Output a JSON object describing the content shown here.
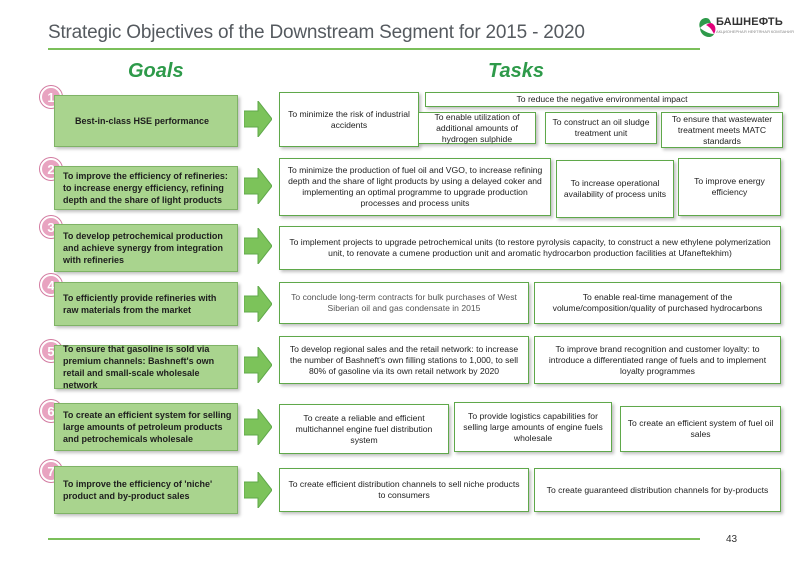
{
  "title": "Strategic Objectives of the Downstream Segment for 2015 - 2020",
  "logo": {
    "name": "БАШНЕФТЬ",
    "subtitle": "АКЦИОНЕРНАЯ НЕФТЯНАЯ КОМПАНИЯ",
    "colors": [
      "#2e9a4a",
      "#e0007a"
    ]
  },
  "headings": {
    "goals": "Goals",
    "tasks": "Tasks"
  },
  "colors": {
    "accent_green": "#2e9a4a",
    "goal_fill": "#a9d48e",
    "number_badge": "#e8a3c0"
  },
  "rows": [
    {
      "number": "1",
      "goal": "Best-in-class HSE performance",
      "tasks": [
        "To minimize the risk of industrial accidents",
        "To reduce the negative environmental impact",
        "To enable utilization of additional amounts of hydrogen sulphide",
        "To construct an oil sludge treatment unit",
        "To ensure that wastewater treatment meets MATC standards"
      ]
    },
    {
      "number": "2",
      "goal": "To improve the efficiency of refineries: to increase energy efficiency, refining depth and the share of light products",
      "tasks": [
        "To minimize the production of fuel oil and VGO, to increase refining depth and the share of light products by using a delayed coker and implementing an optimal programme to upgrade production processes and process units",
        "To increase operational availability of process units",
        "To improve energy efficiency"
      ]
    },
    {
      "number": "3",
      "goal": "To develop petrochemical production and achieve synergy from integration with refineries",
      "tasks": [
        "To implement projects to upgrade petrochemical units  (to restore pyrolysis capacity, to construct a new ethylene polymerization unit, to renovate a cumene production unit and aromatic hydrocarbon production facilities at Ufaneftekhim)"
      ]
    },
    {
      "number": "4",
      "goal": "To efficiently provide refineries with  raw materials from the market",
      "tasks": [
        "To conclude long-term contracts for bulk purchases of West Siberian oil  and gas condensate in 2015",
        "To enable real-time management of the volume/composition/quality of purchased hydrocarbons"
      ]
    },
    {
      "number": "5",
      "goal": "To ensure that gasoline is sold via premium channels: Bashneft's own retail and small-scale wholesale network",
      "tasks": [
        "To develop regional sales and the retail network: to increase the number of Bashneft's own filling stations to  1,000,  to sell 80% of gasoline via its own retail network by 2020",
        "To improve brand recognition and customer loyalty: to introduce a differentiated range of fuels and to implement loyalty programmes"
      ]
    },
    {
      "number": "6",
      "goal": "To create an efficient system for selling large amounts of petroleum products and petrochemicals wholesale",
      "tasks": [
        "To create a reliable and efficient multichannel engine fuel distribution system",
        "To provide logistics capabilities for selling large amounts of engine fuels wholesale",
        "To create an efficient system of fuel oil sales"
      ]
    },
    {
      "number": "7",
      "goal": "To improve the efficiency of  'niche' product and by-product sales",
      "tasks": [
        "To create efficient distribution channels to sell niche products to consumers",
        "To create guaranteed distribution channels for by-products"
      ]
    }
  ],
  "page_number": "43"
}
